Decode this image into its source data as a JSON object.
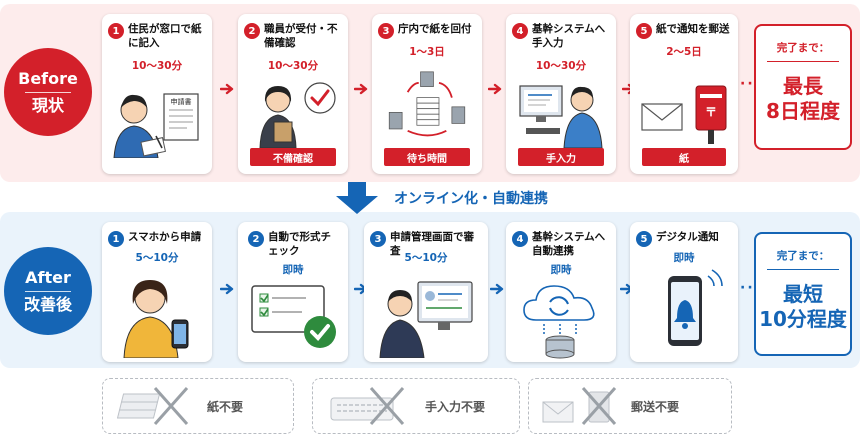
{
  "before": {
    "badge_en": "Before",
    "badge_jp": "現状",
    "steps": [
      {
        "num": "1",
        "title": "住民が窓口で紙に記入",
        "duration": "10〜30分",
        "form_label": "申請書"
      },
      {
        "num": "2",
        "title": "職員が受付・不備確認",
        "duration": "10〜30分",
        "tag": "不備確認"
      },
      {
        "num": "3",
        "title": "庁内で紙を回付",
        "duration": "1〜3日",
        "tag": "待ち時間"
      },
      {
        "num": "4",
        "title": "基幹システムへ手入力",
        "duration": "10〜30分",
        "tag": "手入力"
      },
      {
        "num": "5",
        "title": "紙で通知を郵送",
        "duration": "2〜5日",
        "tag": "紙"
      }
    ],
    "result": {
      "label": "完了まで：",
      "line1": "最長",
      "line2": "8日程度"
    }
  },
  "transition_label": "オンライン化・自動連携",
  "after": {
    "badge_en": "After",
    "badge_jp": "改善後",
    "steps": [
      {
        "num": "1",
        "title": "スマホから申請",
        "duration": "5〜10分"
      },
      {
        "num": "2",
        "title": "自動で形式チェック",
        "duration": "即時"
      },
      {
        "num": "3",
        "title": "申請管理画面で審査",
        "duration": "5〜10分"
      },
      {
        "num": "4",
        "title": "基幹システムへ自動連携",
        "duration": "即時"
      },
      {
        "num": "5",
        "title": "デジタル通知",
        "duration": "即時"
      }
    ],
    "result": {
      "label": "完了まで：",
      "line1": "最短",
      "line2": "10分程度"
    }
  },
  "eliminated": [
    {
      "label": "紙不要",
      "icon": "paper-stack-icon"
    },
    {
      "label": "手入力不要",
      "icon": "keyboard-icon"
    },
    {
      "label": "郵送不要",
      "icon": "mail-icon"
    }
  ],
  "colors": {
    "red": "#d3202a",
    "blue": "#1565b5",
    "before_bg": "#fdecec",
    "after_bg": "#eaf3fb"
  }
}
